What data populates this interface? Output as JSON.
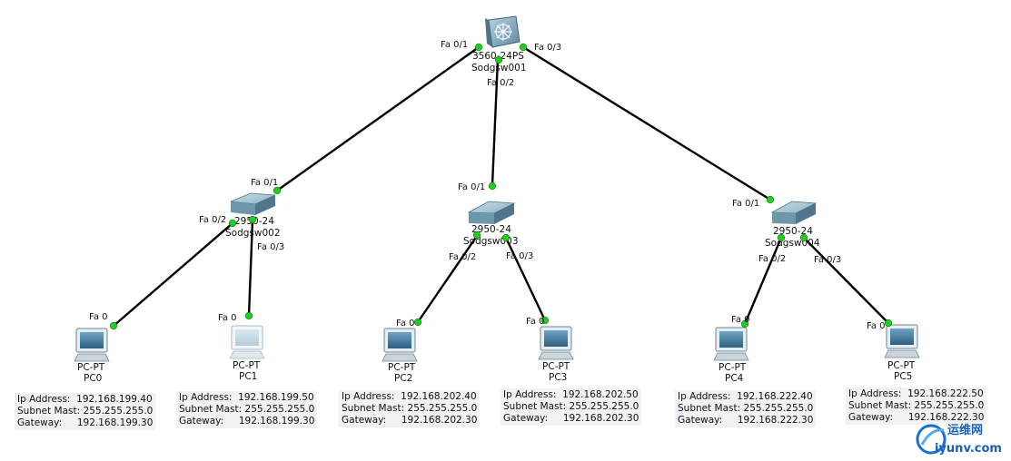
{
  "core_switch": {
    "model": "3560-24PS",
    "name": "Sodgsw001",
    "ports": {
      "left": "Fa 0/1",
      "mid": "Fa 0/2",
      "right": "Fa 0/3"
    }
  },
  "access_switches": [
    {
      "model": "2950-24",
      "name": "Sodgsw002",
      "uplink": "Fa 0/1",
      "p2": "Fa 0/2",
      "p3": "Fa 0/3"
    },
    {
      "model": "2950-24",
      "name": "Sodgsw003",
      "uplink": "Fa 0/1",
      "p2": "Fa 0/2",
      "p3": "Fa 0/3"
    },
    {
      "model": "2950-24",
      "name": "Sodgsw004",
      "uplink": "Fa 0/1",
      "p2": "Fa 0/2",
      "p3": "Fa 0/3"
    }
  ],
  "pcs": [
    {
      "type": "PC-PT",
      "name": "PC0",
      "port": "Fa 0",
      "ip": "192.168.199.40",
      "mask": "255.255.255.0",
      "gw": "192.168.199.30"
    },
    {
      "type": "PC-PT",
      "name": "PC1",
      "port": "Fa 0",
      "ip": "192.168.199.50",
      "mask": "255.255.255.0",
      "gw": "192.168.199.30"
    },
    {
      "type": "PC-PT",
      "name": "PC2",
      "port": "Fa 0",
      "ip": "192.168.202.40",
      "mask": "255.255.255.0",
      "gw": "192.168.202.30"
    },
    {
      "type": "PC-PT",
      "name": "PC3",
      "port": "Fa 0",
      "ip": "192.168.202.50",
      "mask": "255.255.255.0",
      "gw": "192.168.202.30"
    },
    {
      "type": "PC-PT",
      "name": "PC4",
      "port": "Fa 0",
      "ip": "192.168.222.40",
      "mask": "255.255.255.0",
      "gw": "192.168.222.30"
    },
    {
      "type": "PC-PT",
      "name": "PC5",
      "port": "Fa 0",
      "ip": "192.168.222.50",
      "mask": "255.255.255.0",
      "gw": "192.168.222.30"
    }
  ],
  "info_labels": {
    "ip": "Ip Address:",
    "mask": "Subnet Mast:",
    "gw": "Gateway:"
  },
  "watermark": {
    "cn": "运维网",
    "url": "iyunv.com"
  },
  "colors": {
    "link": "#000000",
    "port_dot": "#22cc22",
    "switch_top": "#a9c4d2",
    "switch_side": "#5a8197"
  }
}
